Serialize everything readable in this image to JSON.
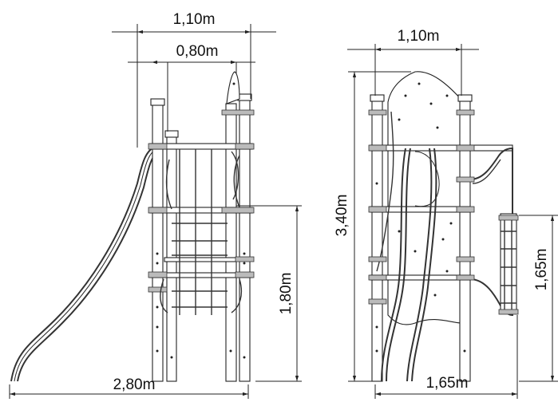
{
  "drawing": {
    "front_view": {
      "overall_width_label": "1,10m",
      "inner_width_label": "0,80m",
      "platform_height_label": "1,80m",
      "total_length_label": "2,80m"
    },
    "side_view": {
      "width_label": "1,10m",
      "total_height_label": "3,40m",
      "platform_height_label": "1,65m",
      "depth_label": "1,65m"
    }
  },
  "colors": {
    "line": "#222222",
    "background": "#ffffff"
  }
}
